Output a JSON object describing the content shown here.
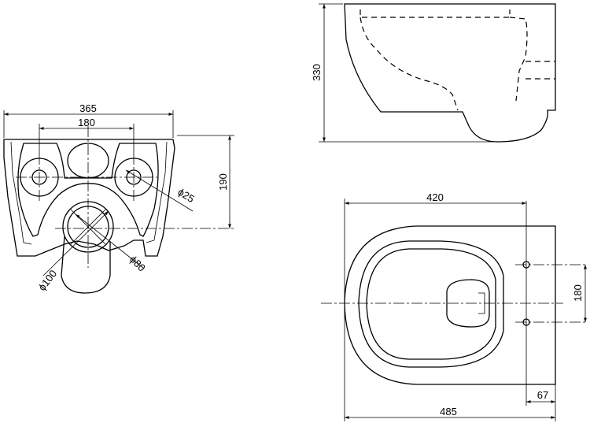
{
  "dimensions": {
    "front_width": "365",
    "front_hole_spacing": "180",
    "front_height": "190",
    "hole_diameter": "ϕ25",
    "outlet_outer_diameter": "ϕ100",
    "outlet_inner_diameter": "ϕ80",
    "side_height": "330",
    "top_inner_length": "420",
    "top_total_length": "485",
    "top_bolt_spacing": "180",
    "top_bolt_offset": "67"
  }
}
